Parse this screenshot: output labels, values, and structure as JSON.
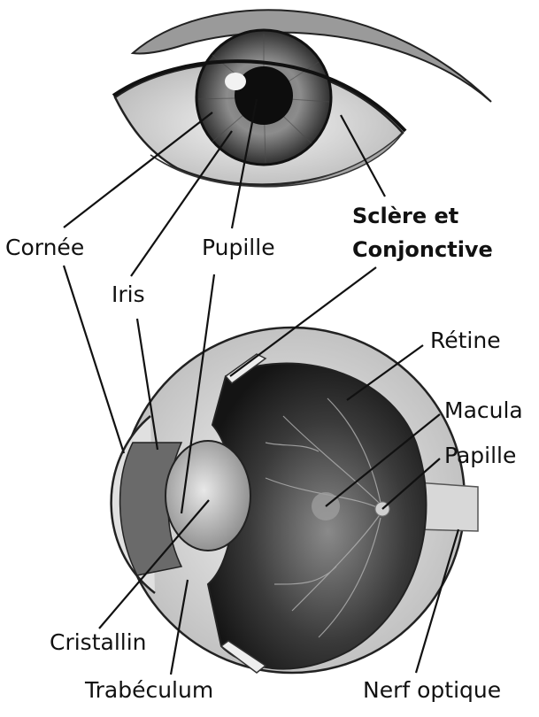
{
  "labels": {
    "cornee": "Cornée",
    "pupille": "Pupille",
    "iris": "Iris",
    "sclere_line1": "Sclère et",
    "sclere_line2": "Conjonctive",
    "retine": "Rétine",
    "macula": "Macula",
    "papille": "Papille",
    "cristallin": "Cristallin",
    "trabeculum": "Trabéculum",
    "nerf_optique": "Nerf optique"
  }
}
